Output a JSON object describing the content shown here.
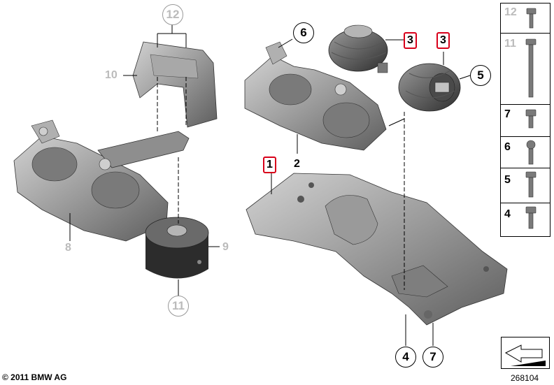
{
  "callouts": {
    "c1": "1",
    "c2": "2",
    "c3a": "3",
    "c3b": "3",
    "c4": "4",
    "c5": "5",
    "c6": "6",
    "c7": "7",
    "c8": "8",
    "c9": "9",
    "c10": "10",
    "c11": "11",
    "c12": "12"
  },
  "legend": [
    {
      "num": "12",
      "grey": true
    },
    {
      "num": "11",
      "grey": true
    },
    {
      "num": "7",
      "grey": false
    },
    {
      "num": "6",
      "grey": false
    },
    {
      "num": "5",
      "grey": false
    },
    {
      "num": "4",
      "grey": false
    }
  ],
  "footer": {
    "copyright": "© 2011 BMW AG",
    "image_number": "268104"
  },
  "colors": {
    "part_fill": "#8c8c8c",
    "part_dark": "#4a4a4a",
    "part_light": "#c8c8c8",
    "highlight_box": "#d8001a",
    "grey_label": "#bbbbbb"
  }
}
